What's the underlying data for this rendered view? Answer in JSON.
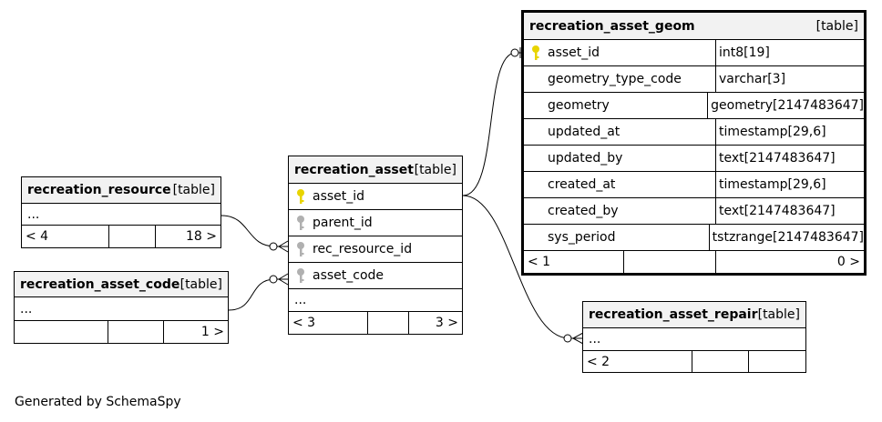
{
  "footer_text": "Generated by SchemaSpy",
  "colors": {
    "primary_key": "#e8d400",
    "foreign_key": "#b0b0b0"
  },
  "tables": {
    "recreation_resource": {
      "name": "recreation_resource",
      "type": "[table]",
      "ellipsis": "...",
      "footer": [
        "< 4",
        "",
        "18 >"
      ]
    },
    "recreation_asset_code": {
      "name": "recreation_asset_code",
      "type": "[table]",
      "ellipsis": "...",
      "footer": [
        "",
        "",
        "1 >"
      ]
    },
    "recreation_asset": {
      "name": "recreation_asset",
      "type": "[table]",
      "ellipsis": "...",
      "columns": [
        {
          "name": "asset_id",
          "key": "primary-key-icon"
        },
        {
          "name": "parent_id",
          "key": "foreign-key-icon"
        },
        {
          "name": "rec_resource_id",
          "key": "foreign-key-icon"
        },
        {
          "name": "asset_code",
          "key": "foreign-key-icon"
        }
      ],
      "footer": [
        "< 3",
        "",
        "3 >"
      ]
    },
    "recreation_asset_geom": {
      "name": "recreation_asset_geom",
      "type": "[table]",
      "columns": [
        {
          "name": "asset_id",
          "datatype": "int8[19]",
          "key": "primary-key-icon"
        },
        {
          "name": "geometry_type_code",
          "datatype": "varchar[3]",
          "key": ""
        },
        {
          "name": "geometry",
          "datatype": "geometry[2147483647]",
          "key": ""
        },
        {
          "name": "updated_at",
          "datatype": "timestamp[29,6]",
          "key": ""
        },
        {
          "name": "updated_by",
          "datatype": "text[2147483647]",
          "key": ""
        },
        {
          "name": "created_at",
          "datatype": "timestamp[29,6]",
          "key": ""
        },
        {
          "name": "created_by",
          "datatype": "text[2147483647]",
          "key": ""
        },
        {
          "name": "sys_period",
          "datatype": "tstzrange[2147483647]",
          "key": ""
        }
      ],
      "footer": [
        "< 1",
        "",
        "0 >"
      ]
    },
    "recreation_asset_repair": {
      "name": "recreation_asset_repair",
      "type": "[table]",
      "ellipsis": "...",
      "footer": [
        "< 2",
        "",
        ""
      ]
    }
  }
}
